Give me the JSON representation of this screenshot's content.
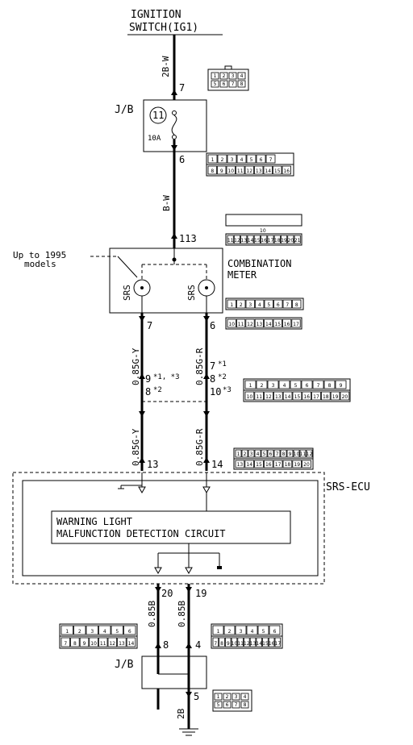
{
  "title": {
    "line1": "IGNITION",
    "line2": "SWITCH(IG1)"
  },
  "wires": {
    "top_color": "2B-W",
    "jb_out_color": "B-W",
    "left_upper_color": "0.85G-Y",
    "right_upper_color": "0.85G-R",
    "left_lower_color": "0.85G-Y",
    "right_lower_color": "0.85G-R",
    "ground_left_color": "0.85B",
    "ground_right_color": "0.85B",
    "ground_color": "2B"
  },
  "jb_top": {
    "label": "J/B",
    "fuse_number": "11",
    "fuse_rating": "10A",
    "pin_in": "7",
    "pin_out": "6"
  },
  "meter": {
    "title_line1": "COMBINATION",
    "title_line2": "METER",
    "note_line1": "Up to 1995",
    "note_line2": "models",
    "pin_in": "113",
    "lamp_left": "SRS",
    "lamp_right": "SRS",
    "pin_left": "7",
    "pin_right": "6"
  },
  "junction": {
    "left_pins": "9",
    "left_pins_note": "*1, *3",
    "left_pins2": "8",
    "left_pins2_note": "*2",
    "right_pin1": "7",
    "right_pin1_note": "*1",
    "right_pin2": "8",
    "right_pin2_note": "*2",
    "right_pin3": "10",
    "right_pin3_note": "*3"
  },
  "ecu": {
    "title": "SRS-ECU",
    "pin_left": "13",
    "pin_right": "14",
    "circuit_line1": "WARNING LIGHT",
    "circuit_line2": "MALFUNCTION DETECTION CIRCUIT",
    "pin_ground_left": "20",
    "pin_ground_right": "19"
  },
  "jb_bottom": {
    "label": "J/B",
    "pin_left": "8",
    "pin_right": "4",
    "pin_out": "5"
  },
  "connectors": {
    "c1": [
      "1",
      "2",
      "3",
      "4",
      "5",
      "6",
      "7",
      "8"
    ],
    "c2_top": [
      "1",
      "2",
      "3",
      "4",
      "5",
      "6",
      "7"
    ],
    "c2_bot": [
      "8",
      "9",
      "10",
      "11",
      "12",
      "13",
      "14",
      "15",
      "16"
    ],
    "c3_bot": [
      "11",
      "12",
      "13",
      "14",
      "15",
      "16",
      "17",
      "18",
      "19",
      "20",
      "21"
    ],
    "c3_mid": "10",
    "c4_top": [
      "1",
      "2",
      "3",
      "4",
      "5",
      "6",
      "7",
      "8"
    ],
    "c4_bot": [
      "10",
      "11",
      "12",
      "13",
      "14",
      "15",
      "16",
      "17"
    ],
    "c5_top": [
      "1",
      "2",
      "3",
      "4",
      "5",
      "6",
      "7",
      "8",
      "9"
    ],
    "c5_bot": [
      "10",
      "11",
      "12",
      "13",
      "14",
      "15",
      "16",
      "17",
      "18",
      "19",
      "20"
    ],
    "c6_top": [
      "1",
      "2",
      "3",
      "4",
      "5",
      "6",
      "7",
      "8",
      "9",
      "10",
      "11",
      "12"
    ],
    "c6_bot": [
      "13",
      "14",
      "15",
      "16",
      "17",
      "18",
      "19",
      "20"
    ],
    "c7_top": [
      "1",
      "2",
      "3",
      "4",
      "5",
      "6"
    ],
    "c7_bot": [
      "7",
      "8",
      "9",
      "10",
      "11",
      "12",
      "13",
      "14"
    ],
    "c8_top": [
      "1",
      "2",
      "3",
      "4",
      "5",
      "6"
    ],
    "c8_bot": [
      "7",
      "8",
      "9",
      "10",
      "11",
      "12",
      "13",
      "14",
      "15",
      "16",
      "17"
    ],
    "c9": [
      "1",
      "2",
      "3",
      "4",
      "5",
      "6",
      "7",
      "8"
    ]
  }
}
